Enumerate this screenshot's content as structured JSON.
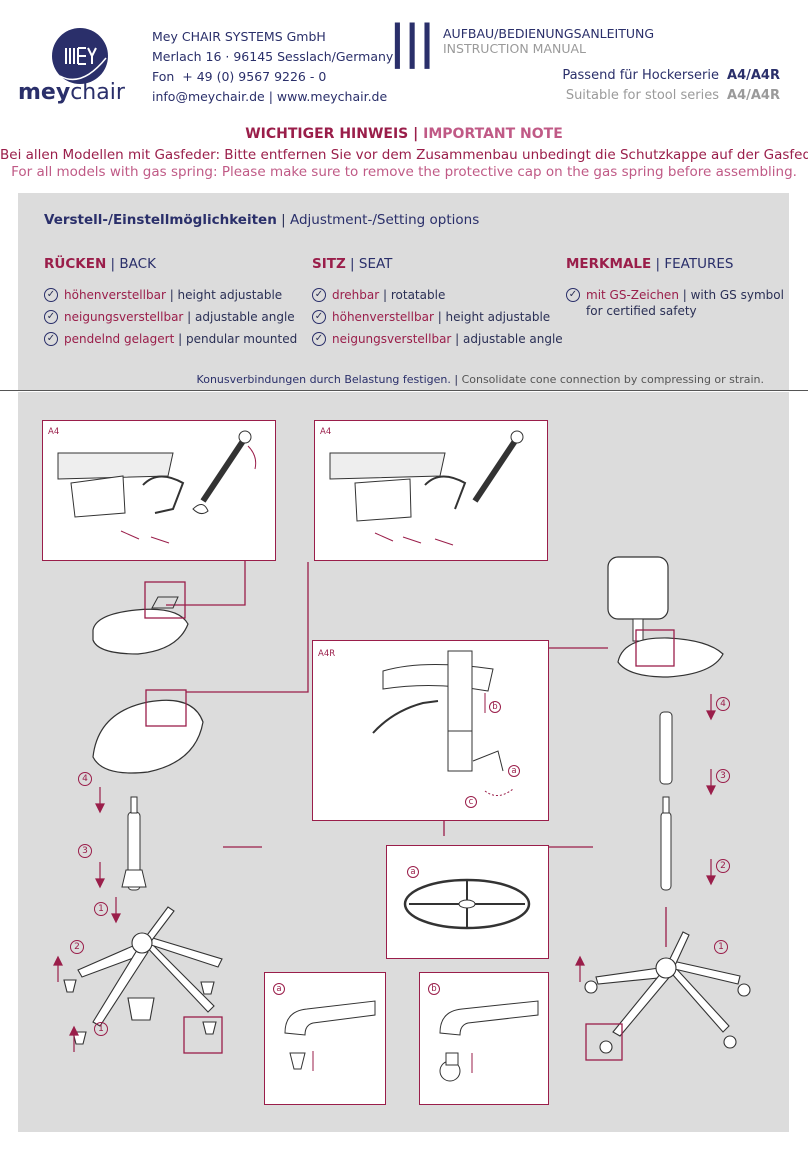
{
  "header": {
    "logo_text_1": "mey",
    "logo_text_2": "chair",
    "company": "Mey CHAIR SYSTEMS GmbH",
    "address": "Merlach 16 · 96145 Sesslach/Germany",
    "phone_label": "Fon",
    "phone": "+ 49 (0) 9567 9226 - 0",
    "email": "info@meychair.de",
    "website": "www.meychair.de",
    "manual_de": "AUFBAU/BEDIENUNGSANLEITUNG",
    "manual_en": "INSTRUCTION MANUAL",
    "series_de": "Passend für Hockerserie",
    "series_en": "Suitable for stool series",
    "models": "A4/A4R"
  },
  "notice": {
    "heading_de": "WICHTIGER HINWEIS",
    "heading_en": "IMPORTANT NOTE",
    "text_de": "Bei allen Modellen mit Gasfeder: Bitte entfernen Sie vor dem Zusammenbau unbedingt die Schutzkappe auf der Gasfeder.",
    "text_en": "For all models with gas spring: Please make sure to remove the protective cap on the gas spring before assembling."
  },
  "options": {
    "title_de": "Verstell-/Einstellmöglichkeiten",
    "title_en": "Adjustment-/Setting options",
    "columns": [
      {
        "head_de": "RÜCKEN",
        "head_en": "BACK",
        "items": [
          {
            "de": "höhenverstellbar",
            "en": "height adjustable"
          },
          {
            "de": "neigungsverstellbar",
            "en": "adjustable angle"
          },
          {
            "de": "pendelnd gelagert",
            "en": "pendular mounted"
          }
        ]
      },
      {
        "head_de": "SITZ",
        "head_en": "SEAT",
        "items": [
          {
            "de": "drehbar",
            "en": "rotatable"
          },
          {
            "de": "höhenverstellbar",
            "en": "height adjustable"
          },
          {
            "de": "neigungsverstellbar",
            "en": "adjustable angle"
          }
        ]
      },
      {
        "head_de": "MERKMALE",
        "head_en": "FEATURES",
        "items": [
          {
            "de": "mit GS-Zeichen",
            "en": "with GS symbol",
            "en2": "for certified safety"
          }
        ]
      }
    ],
    "konus_de": "Konusverbindungen durch Belastung festigen.",
    "konus_en": "Consolidate cone connection by compressing or strain."
  },
  "diagram": {
    "label_a4": "A4",
    "label_a4r": "A4R",
    "step1": "1",
    "step2": "2",
    "step3": "3",
    "step4": "4",
    "sub_a": "a",
    "sub_b": "b",
    "sub_c": "c"
  },
  "colors": {
    "navy": "#2a2f6a",
    "red": "#9a1e4a",
    "panel": "#dcdcdc"
  }
}
